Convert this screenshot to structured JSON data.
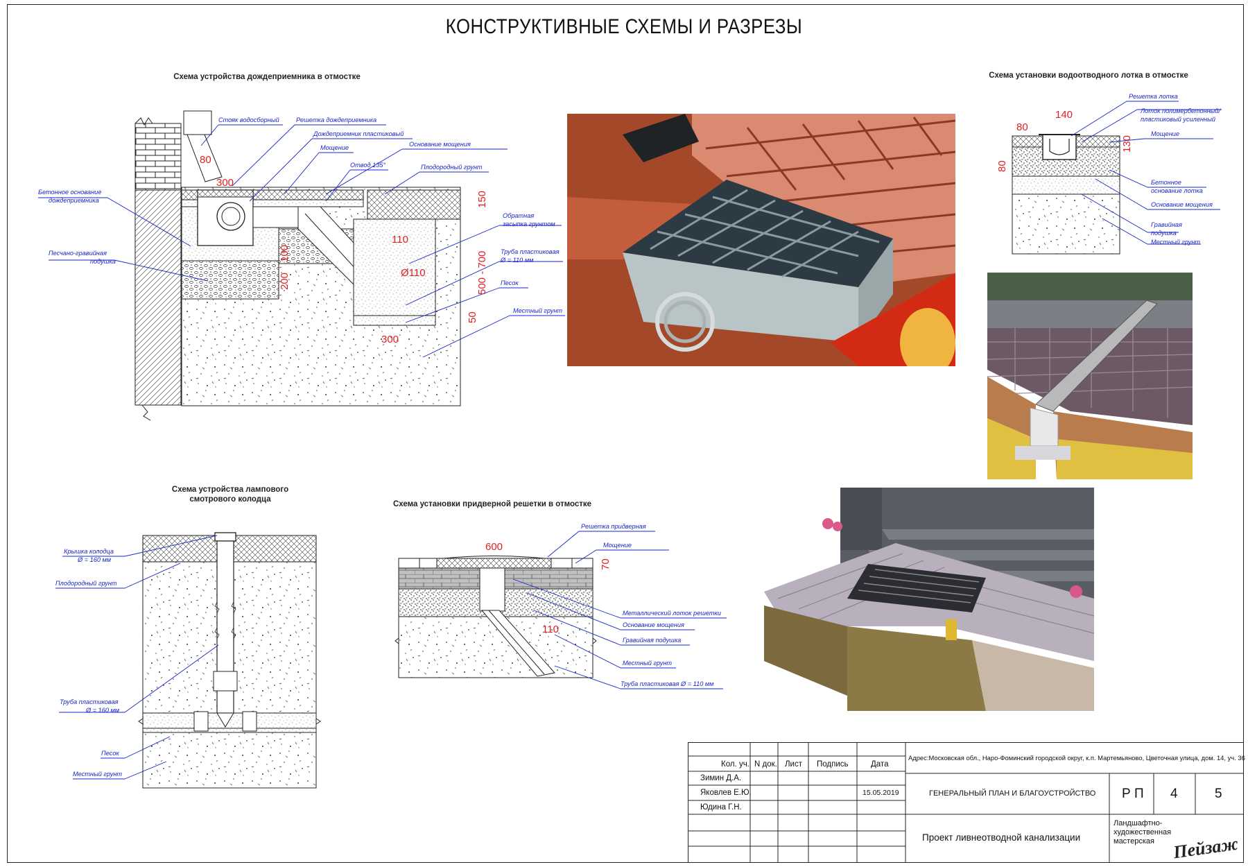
{
  "page": {
    "title": "КОНСТРУКТИВНЫЕ СХЕМЫ И РАЗРЕЗЫ"
  },
  "sections": {
    "rain_inlet": "Схема  устройства дождеприемника в отмостке",
    "channel": "Схема  установки  водоотводного лотка в  отмостке",
    "lamp_well": "Схема  устройства лампового смотрового колодца",
    "door_grate": "Схема установки придверной решетки в отмостке"
  },
  "rain_inlet_labels": {
    "riser": "Стояк водосборный",
    "grate": "Решетка дождеприемника",
    "inlet": "Дождеприемник пластиковый",
    "paving": "Мощение",
    "paving_base": "Основание мощения",
    "elbow": "Отвод 135°",
    "topsoil": "Плодородный грунт",
    "concrete_base_1": "Бетонное основание",
    "concrete_base_2": "дождеприемника",
    "sand_gravel_1": "Песчано-гравийная",
    "sand_gravel_2": "подушка",
    "backfill_1": "Обратная",
    "backfill_2": "засыпка грунтом",
    "pipe_1": "Труба пластиковая",
    "pipe_2": "Ø = 110 мм",
    "sand": "Песок",
    "local_soil": "Местный грунт"
  },
  "rain_inlet_dims": {
    "d80": "80",
    "d300_top": "300",
    "d150": "150",
    "d110": "110",
    "d100": "100",
    "d200": "200",
    "d_pipe": "Ø110",
    "d500_700": "500 - 700",
    "d50": "50",
    "d300_bot": "300"
  },
  "channel_labels": {
    "grate": "Решетка лотка",
    "tray_1": "Лоток полимербетонный/",
    "tray_2": "пластиковый усиленный",
    "paving": "Мощение",
    "concrete_1": "Бетонное",
    "concrete_2": "основание лотка",
    "paving_base": "Основание мощения",
    "gravel_1": "Гравийная",
    "gravel_2": "подушка",
    "local_soil": "Местный грунт"
  },
  "channel_dims": {
    "d140": "140",
    "d80a": "80",
    "d130": "130",
    "d80b": "80"
  },
  "lamp_labels": {
    "cover_1": "Крышка колодца",
    "cover_2": "Ø = 160 мм",
    "topsoil": "Плодородный грунт",
    "pipe_1": "Труба пластиковая",
    "pipe_2": "Ø = 160 мм",
    "sand": "Песок",
    "local_soil": "Местный грунт"
  },
  "door_labels": {
    "grate": "Решетка придверная",
    "paving": "Мощение",
    "tray": "Металлический лоток решетки",
    "paving_base": "Основание мощения",
    "gravel": "Гравийная подушка",
    "local_soil": "Местный грунт",
    "pipe": "Труба пластиковая Ø = 110 мм"
  },
  "door_dims": {
    "d600": "600",
    "d70": "70",
    "d110": "110"
  },
  "title_block": {
    "headers": {
      "col1": "Кол. уч.",
      "col2": "N док.",
      "col3": "Лист",
      "col4": "Подпись",
      "col5": "Дата"
    },
    "people": [
      "Зимин Д.А.",
      "Яковлев Е.Ю.",
      "Юдина Г.Н."
    ],
    "date": "15.05.2019",
    "address": "Адрес:Московская обл., Наро-Фоминский городской округ, к.п. Мартемьяново, Цветочная улица, дом. 14, уч. 36",
    "plan": "ГЕНЕРАЛЬНЫЙ ПЛАН И БЛАГОУСТРОЙСТВО",
    "stage": "Р П",
    "sheet": "4",
    "sheets": "5",
    "project": "Проект ливнеотводной канализации",
    "studio_1": "Ландшафтно-",
    "studio_2": "художественная",
    "studio_3": "мастерская",
    "logo": "Пейзаж"
  }
}
